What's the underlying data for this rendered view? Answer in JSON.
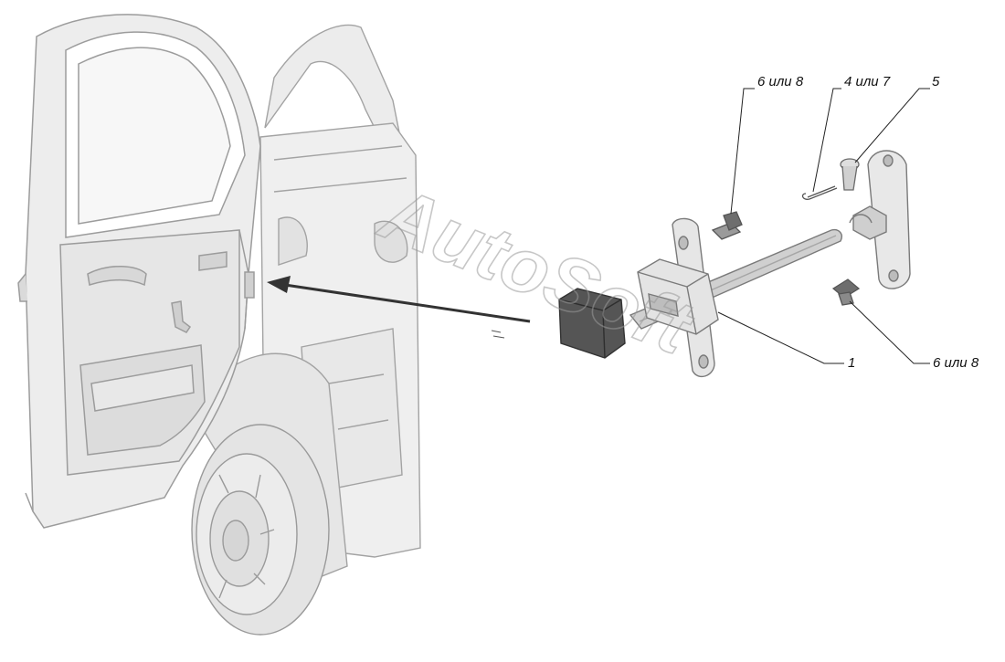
{
  "callouts": [
    {
      "id": "1",
      "text": "1"
    },
    {
      "id": "5",
      "text": "5"
    },
    {
      "id": "4or7",
      "text": "4 или 7"
    },
    {
      "id": "6or8_top",
      "text": "6 или 8"
    },
    {
      "id": "6or8_bottom",
      "text": "6 или 8"
    }
  ],
  "watermark": "AutoSoft",
  "colors": {
    "body_fill": "#ececec",
    "body_stroke": "#9c9c9c",
    "part_fill": "#dcdcdc",
    "part_dark": "#8f8f8f",
    "buffer": "#555555",
    "leader": "#222222",
    "arrow": "#333333"
  }
}
